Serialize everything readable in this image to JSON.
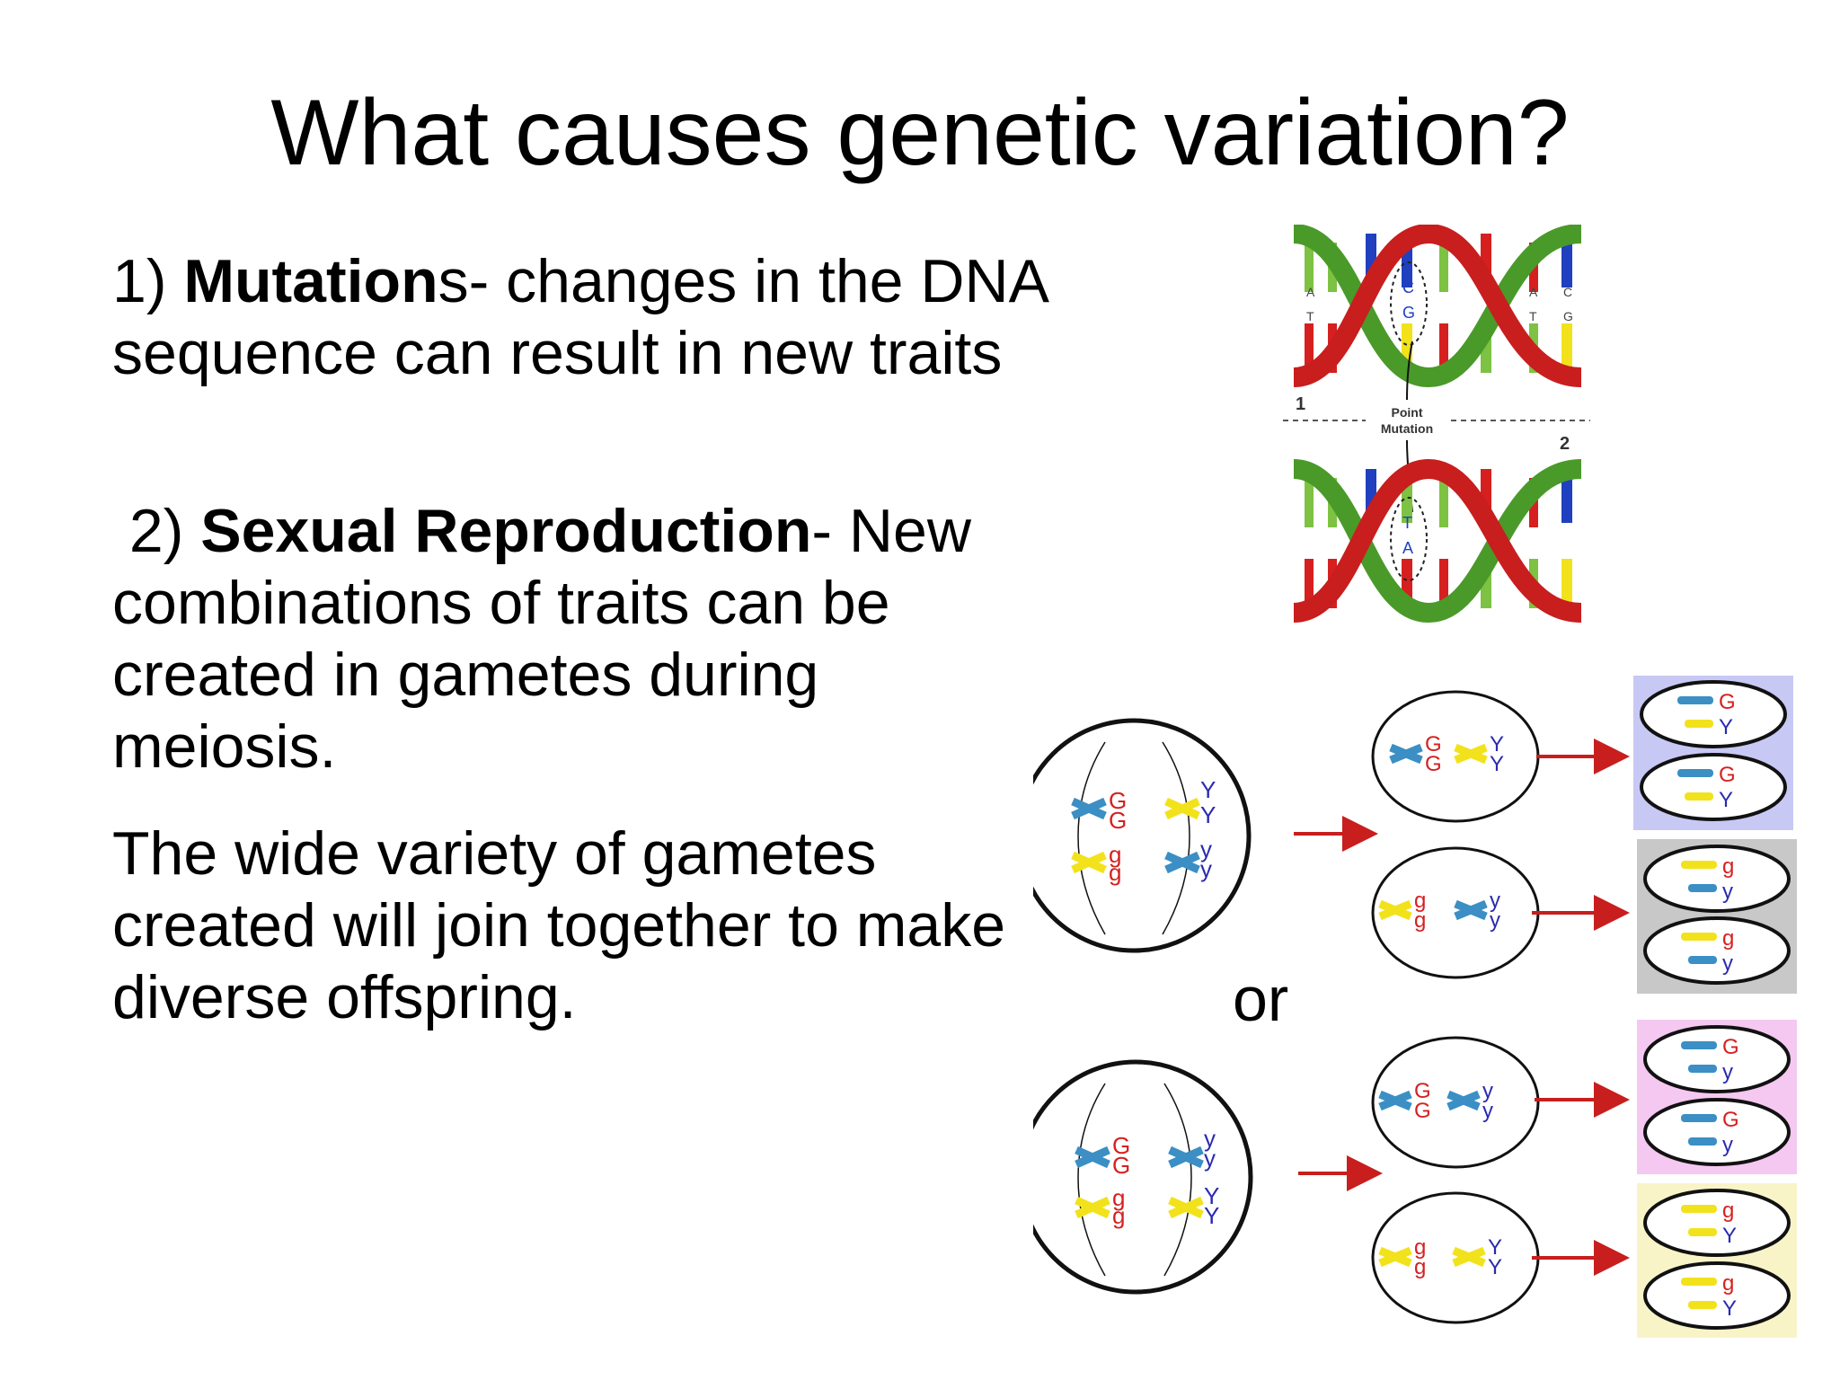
{
  "slide": {
    "title": "What causes genetic variation?",
    "point1": {
      "number": "1) ",
      "term_bold": "Mutation",
      "term_rest": "s",
      "text": "- changes in the DNA sequence can result in new traits"
    },
    "point2": {
      "number": " 2) ",
      "term_bold": "Sexual Reproduction",
      "text": "- New combinations of traits can be created in gametes during meiosis."
    },
    "point3": {
      "text": "The wide variety of gametes created will join together to make diverse offspring."
    }
  },
  "dna_figure": {
    "label_top": "1",
    "label_bottom": "2",
    "point_label_line1": "Point",
    "point_label_line2": "Mutation",
    "left_bases_top": [
      "A",
      "T"
    ],
    "right_bases_top": [
      "A",
      "C",
      "T",
      "G"
    ],
    "mutated_top": [
      "C",
      "G"
    ],
    "mutated_bottom": [
      "T",
      "A"
    ]
  },
  "meiosis_figure": {
    "or_label": "or",
    "alleles": {
      "G": "G",
      "g": "g",
      "Y": "Y",
      "y": "y"
    },
    "colors": {
      "red_allele": "#d62020",
      "blue_allele": "#2a2ab0",
      "blue_chromosome": "#3b8fc4",
      "yellow_chromosome": "#f2e21b",
      "arrow": "#c81e1e",
      "gamete_bg_1": "#c8c8f4",
      "gamete_bg_2": "#c8c8c8",
      "gamete_bg_3": "#f4c8f0",
      "gamete_bg_4": "#f8f4c8"
    },
    "gametes": [
      [
        "G",
        "Y"
      ],
      [
        "G",
        "Y"
      ],
      [
        "g",
        "y"
      ],
      [
        "g",
        "y"
      ],
      [
        "G",
        "y"
      ],
      [
        "G",
        "y"
      ],
      [
        "g",
        "Y"
      ],
      [
        "g",
        "Y"
      ]
    ]
  }
}
